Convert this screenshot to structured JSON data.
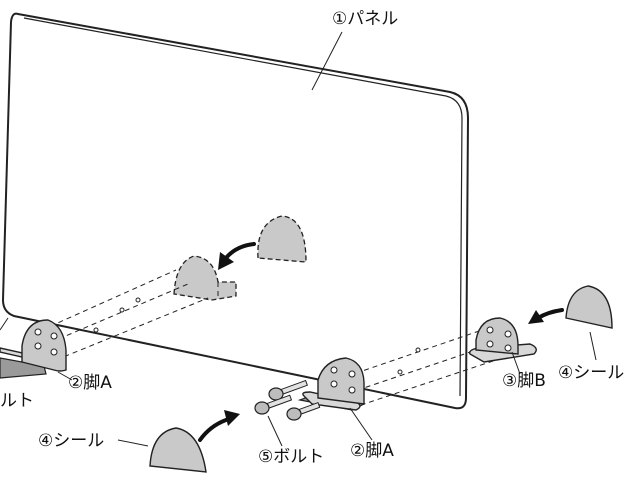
{
  "labels": {
    "panel": "①パネル",
    "leg_a_left": "②脚A",
    "leg_a_center": "②脚A",
    "leg_b": "③脚B",
    "seal_right": "④シール",
    "seal_bottom": "④シール",
    "bolt_center": "⑤ボルト",
    "bolt_left_partial": "ルト"
  }
}
